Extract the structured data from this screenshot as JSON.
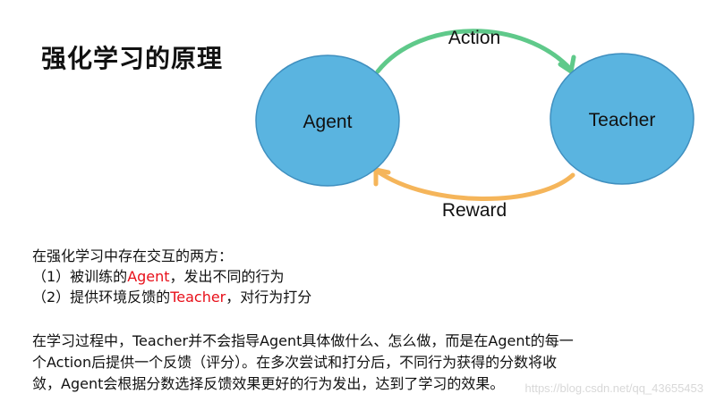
{
  "title": "强化学习的原理",
  "diagram": {
    "agent_label": "Agent",
    "teacher_label": "Teacher",
    "action_label": "Action",
    "reward_label": "Reward",
    "colors": {
      "node_fill": "#5ab4e0",
      "node_stroke": "#3f8fbf",
      "action_arrow": "#5fc98a",
      "reward_arrow": "#f5b55a"
    }
  },
  "intro": {
    "line1": "在强化学习中存在交互的两方：",
    "line2_prefix": "（1）被训练的",
    "line2_highlight": "Agent",
    "line2_suffix": "，发出不同的行为",
    "line3_prefix": "（2）提供环境反馈的",
    "line3_highlight": "Teacher",
    "line3_suffix": "，对行为打分"
  },
  "summary": {
    "line1": "在学习过程中，Teacher并不会指导Agent具体做什么、怎么做，而是在Agent的每一",
    "line2": "个Action后提供一个反馈（评分）。在多次尝试和打分后，不同行为获得的分数将收",
    "line3": "敛，Agent会根据分数选择反馈效果更好的行为发出，达到了学习的效果。"
  },
  "watermark": "https://blog.csdn.net/qq_43655453"
}
